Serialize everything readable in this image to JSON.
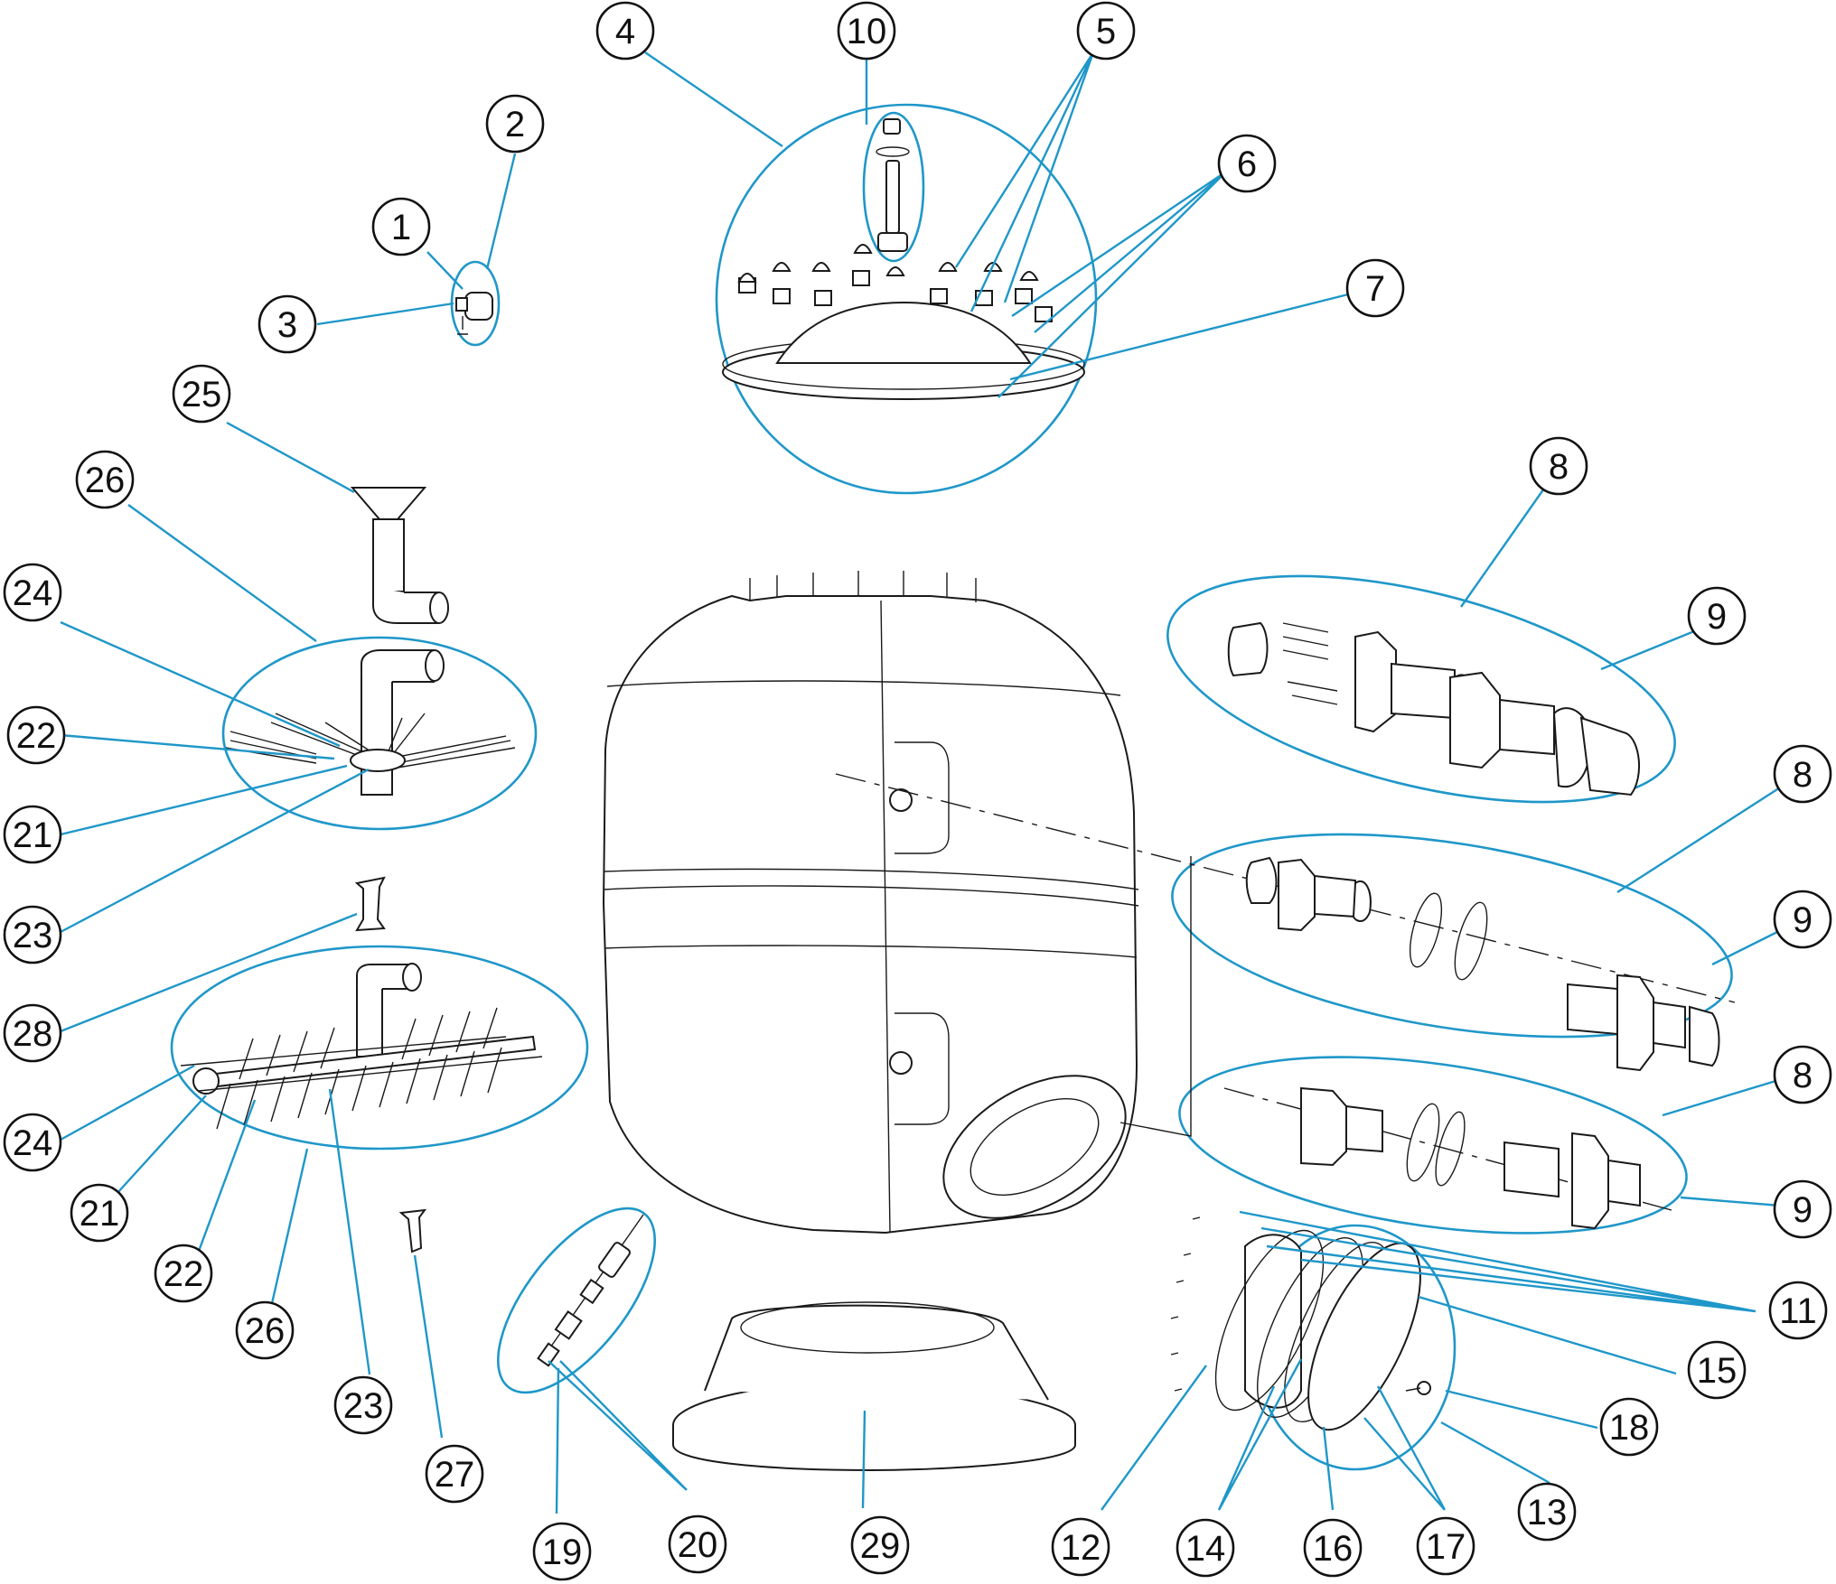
{
  "colors": {
    "accent": "#1f97c9",
    "line": "#1a1a1a",
    "background": "#ffffff"
  },
  "diagram": {
    "callouts": [
      {
        "id": "c4",
        "label": "4"
      },
      {
        "id": "c10",
        "label": "10"
      },
      {
        "id": "c5",
        "label": "5"
      },
      {
        "id": "c2",
        "label": "2"
      },
      {
        "id": "c1",
        "label": "1"
      },
      {
        "id": "c3",
        "label": "3"
      },
      {
        "id": "c6",
        "label": "6"
      },
      {
        "id": "c7",
        "label": "7"
      },
      {
        "id": "c25",
        "label": "25"
      },
      {
        "id": "c26a",
        "label": "26"
      },
      {
        "id": "c24a",
        "label": "24"
      },
      {
        "id": "c22a",
        "label": "22"
      },
      {
        "id": "c21a",
        "label": "21"
      },
      {
        "id": "c23a",
        "label": "23"
      },
      {
        "id": "c28",
        "label": "28"
      },
      {
        "id": "c24b",
        "label": "24"
      },
      {
        "id": "c21b",
        "label": "21"
      },
      {
        "id": "c22b",
        "label": "22"
      },
      {
        "id": "c26b",
        "label": "26"
      },
      {
        "id": "c23b",
        "label": "23"
      },
      {
        "id": "c27",
        "label": "27"
      },
      {
        "id": "c19",
        "label": "19"
      },
      {
        "id": "c20",
        "label": "20"
      },
      {
        "id": "c29",
        "label": "29"
      },
      {
        "id": "c12",
        "label": "12"
      },
      {
        "id": "c14",
        "label": "14"
      },
      {
        "id": "c16",
        "label": "16"
      },
      {
        "id": "c17",
        "label": "17"
      },
      {
        "id": "c13",
        "label": "13"
      },
      {
        "id": "c18",
        "label": "18"
      },
      {
        "id": "c15",
        "label": "15"
      },
      {
        "id": "c11",
        "label": "11"
      },
      {
        "id": "c8a",
        "label": "8"
      },
      {
        "id": "c9a",
        "label": "9"
      },
      {
        "id": "c8b",
        "label": "8"
      },
      {
        "id": "c9b",
        "label": "9"
      },
      {
        "id": "c8c",
        "label": "8"
      },
      {
        "id": "c9c",
        "label": "9"
      }
    ]
  }
}
